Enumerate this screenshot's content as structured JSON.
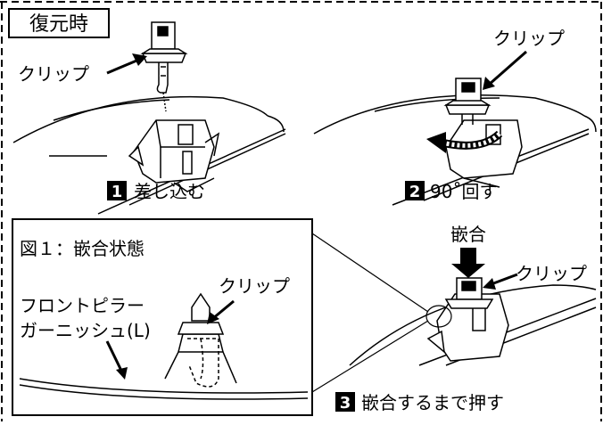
{
  "header": {
    "restore_label": "復元時"
  },
  "step1": {
    "number": "1",
    "caption": "差し込む",
    "clip_label": "クリップ"
  },
  "step2": {
    "number": "2",
    "caption": "90˚回す",
    "clip_label": "クリップ"
  },
  "step3": {
    "number": "3",
    "caption": "嵌合するまで押す",
    "fit_label": "嵌合",
    "clip_label": "クリップ"
  },
  "figure1": {
    "title": "図１：嵌合状態",
    "clip_label": "クリップ",
    "part_label_line1": "フロントピラー",
    "part_label_line2": "ガーニッシュ(L)"
  }
}
